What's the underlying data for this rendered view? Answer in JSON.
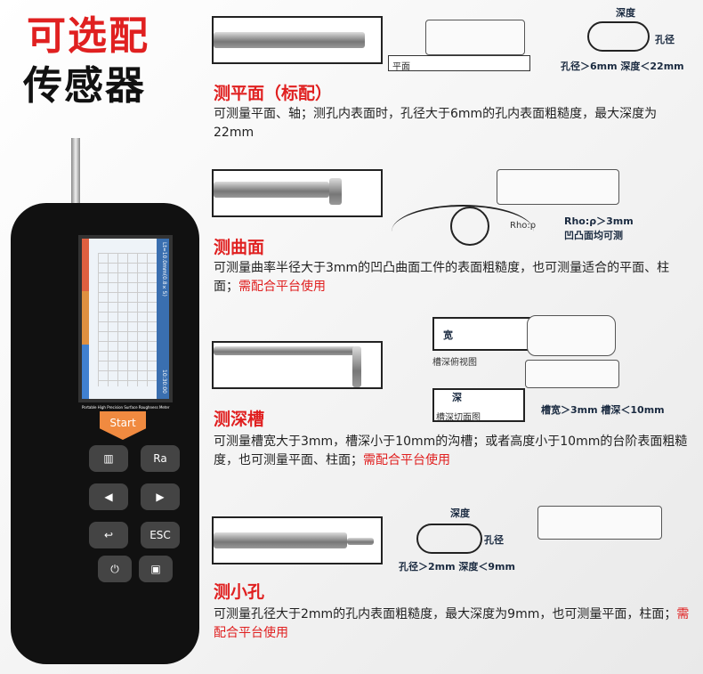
{
  "headline": {
    "line1": "可选配",
    "line2": "传感器"
  },
  "device": {
    "start": "Start",
    "ra": "Ra",
    "esc": "ESC",
    "caption": "Portable High Precision Surface Roughness Meter",
    "screen_header": "Lt=10.0mm(0.8×5)",
    "screen_time": "10:30:00"
  },
  "sections": [
    {
      "title": "测平面（标配）",
      "desc": "可测量平面、轴；测孔内表面时，孔径大于6mm的孔内表面粗糙度，最大深度为22mm",
      "desc_red": "",
      "labels": {
        "surface": "平面",
        "depth": "深度",
        "bore": "孔径",
        "spec": "孔径＞6mm 深度＜22mm"
      }
    },
    {
      "title": "测曲面",
      "desc": "可测量曲率半径大于3mm的凹凸曲面工件的表面粗糙度，也可测量适合的平面、柱面；",
      "desc_red": "需配合平台使用",
      "labels": {
        "rho": "Rho:ρ",
        "spec": "Rho:ρ＞3mm",
        "spec2": "凹凸面均可测"
      }
    },
    {
      "title": "测深槽",
      "desc": "可测量槽宽大于3mm，槽深小于10mm的沟槽；或者高度小于10mm的台阶表面粗糙度，也可测量平面、柱面；",
      "desc_red": "需配合平台使用",
      "labels": {
        "width": "宽",
        "top_view": "槽深俯视图",
        "deep": "深",
        "section": "槽深切面图",
        "spec": "槽宽＞3mm 槽深＜10mm"
      }
    },
    {
      "title": "测小孔",
      "desc": "可测量孔径大于2mm的孔内表面粗糙度，最大深度为9mm，也可测量平面，柱面；",
      "desc_red": "需配合平台使用",
      "labels": {
        "depth": "深度",
        "bore": "孔径",
        "spec": "孔径＞2mm 深度＜9mm"
      }
    }
  ]
}
